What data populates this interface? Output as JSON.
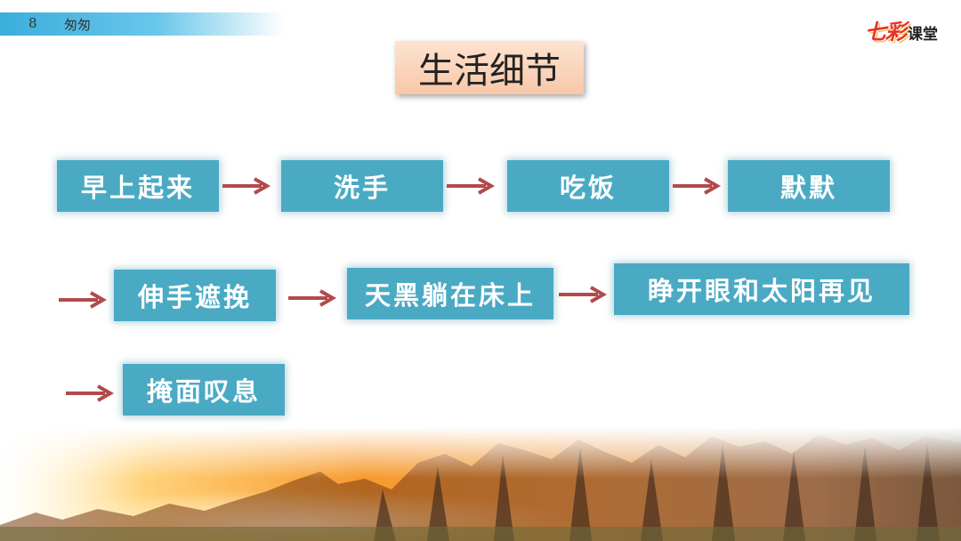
{
  "header": {
    "lesson_number": "8",
    "lesson_title": "匆匆"
  },
  "logo": {
    "main": "七彩",
    "sub": "课堂"
  },
  "title": "生活细节",
  "steps": [
    "早上起来",
    "洗手",
    "吃饭",
    "默默",
    "伸手遮挽",
    "天黑躺在床上",
    "睁开眼和太阳再见",
    "掩面叹息"
  ],
  "colors": {
    "step_box": "#4aaac4",
    "arrow": "#b24a4a",
    "title_box": "#f9d4bc",
    "header_bar": "#3aaedc"
  }
}
